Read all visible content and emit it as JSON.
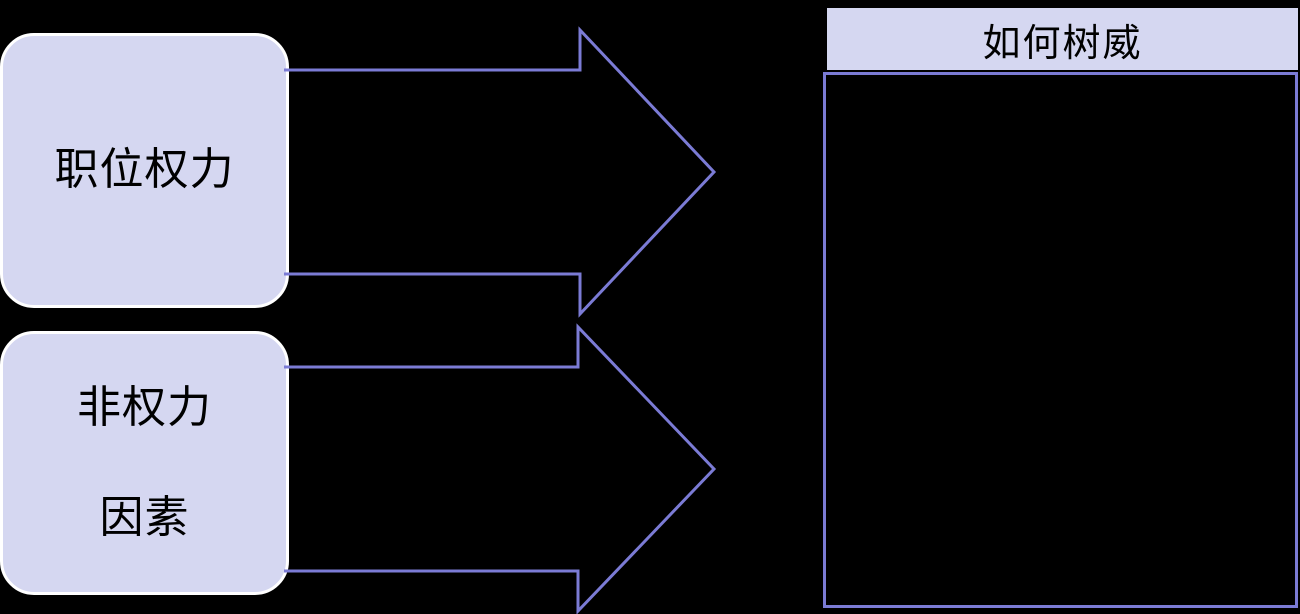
{
  "diagram": {
    "title": "如何树威",
    "theme": {
      "background": "#000000",
      "box_fill": "#D5D7F1",
      "box_border": "#FFFFFF",
      "line_color": "#7B7BD5",
      "text_color": "#000000"
    },
    "sources": [
      {
        "id": "position-power",
        "lines": [
          "职位权力"
        ]
      },
      {
        "id": "nonpower-factor",
        "lines": [
          "非权力",
          "因素"
        ]
      }
    ],
    "arrows": [
      {
        "id": "arrow-top",
        "direction": "right"
      },
      {
        "id": "arrow-bottom",
        "direction": "right"
      }
    ],
    "panel": {
      "header": "如何树威",
      "body": ""
    }
  }
}
